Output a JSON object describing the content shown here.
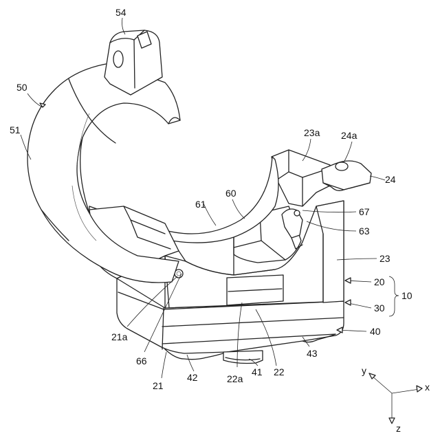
{
  "labels": {
    "l54": "54",
    "l50": "50",
    "l51": "51",
    "l23a": "23a",
    "l24a": "24a",
    "l24": "24",
    "l60": "60",
    "l61": "61",
    "l67": "67",
    "l63": "63",
    "l23": "23",
    "l20": "20",
    "l10": "10",
    "l30": "30",
    "l40": "40",
    "l43": "43",
    "l21a": "21a",
    "l66": "66",
    "l42": "42",
    "l41": "41",
    "l22": "22",
    "l22a": "22a",
    "l21": "21"
  },
  "axes": {
    "x": "x",
    "y": "y",
    "z": "z"
  }
}
